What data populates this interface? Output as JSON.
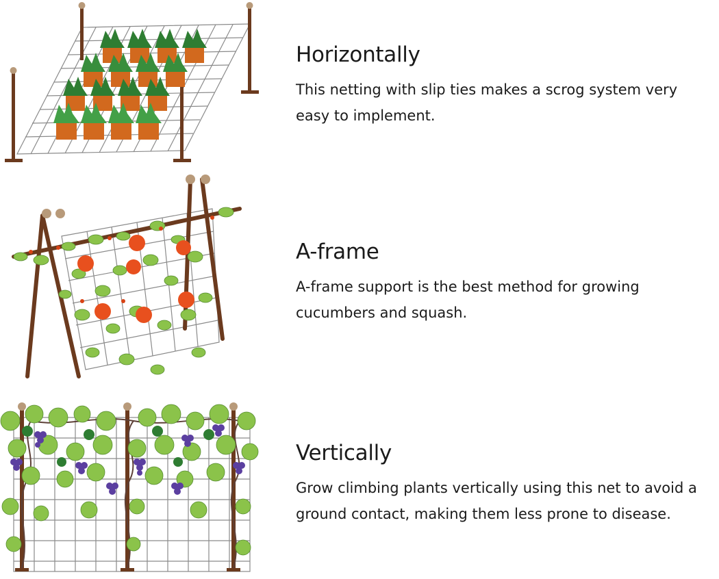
{
  "sections": [
    {
      "heading": "Horizontally",
      "description": "This netting with slip ties makes a scrog system very easy to implement.",
      "illustration_icon": "horizontal-trellis-plants-icon"
    },
    {
      "heading": "A-frame",
      "description": "A-frame support is the best method for growing cucumbers and squash.",
      "illustration_icon": "a-frame-trellis-flowers-icon"
    },
    {
      "heading": "Vertically",
      "description": "Grow climbing plants vertically using this net to avoid a ground contact, making them less prone to disease.",
      "illustration_icon": "vertical-trellis-grapes-icon"
    }
  ],
  "colors": {
    "text": "#1a1a1a",
    "post": "#6b3a1e",
    "post_cap": "#b89a7a",
    "net": "#8a8a8a",
    "leaf_dark": "#2e7d32",
    "leaf_light": "#8bc34a",
    "pot": "#d2691e",
    "flower": "#e8501e",
    "grape": "#5b3fa0"
  }
}
